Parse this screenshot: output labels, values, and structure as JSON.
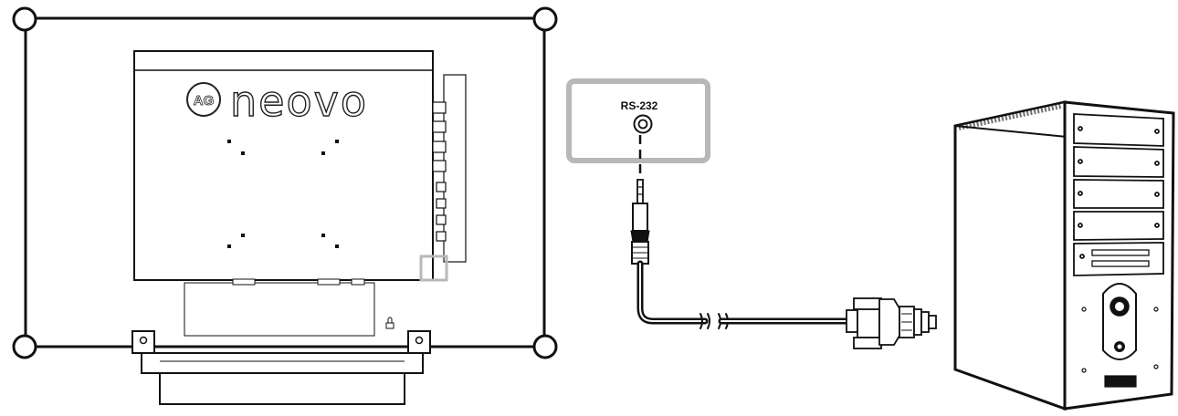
{
  "diagram": {
    "brand": {
      "mark": "AG",
      "name": "neovo"
    },
    "port": {
      "label": "RS-232"
    },
    "colors": {
      "line": "#111111",
      "highlight": "#b8b8b8"
    }
  }
}
